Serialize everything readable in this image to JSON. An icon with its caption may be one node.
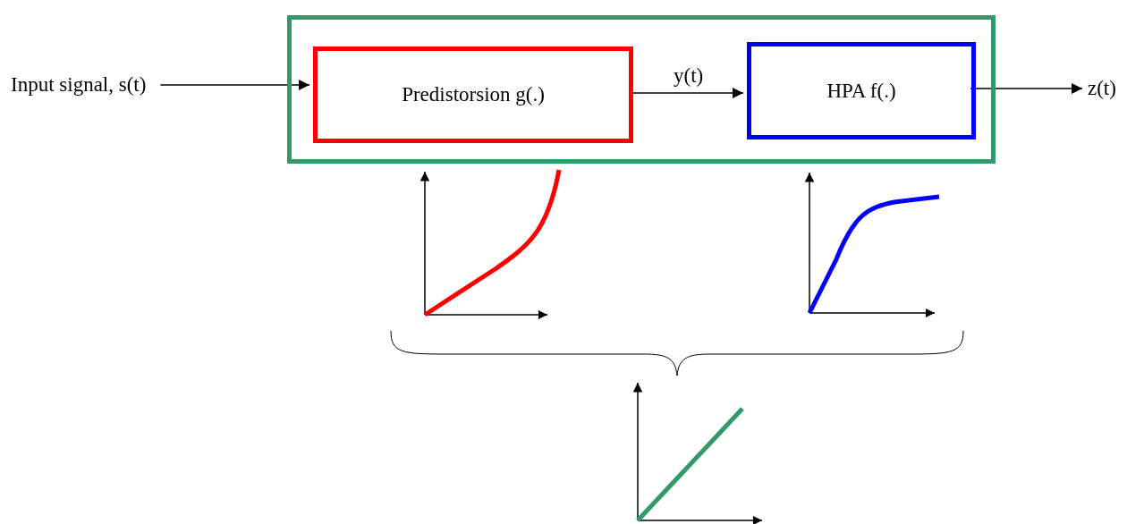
{
  "diagram": {
    "nodes": [
      {
        "text": [],
        "shape": "box"
      },
      {
        "text": [
          "Predistorsion g(.)"
        ],
        "in": 0
      },
      {
        "text": [
          "HPA f(.)"
        ],
        "in": 0
      },
      {
        "text": [
          "Input signal, s(t)"
        ]
      },
      {
        "text": [
          "z(t)"
        ]
      }
    ],
    "edges": [
      {
        "from": 3,
        "to": 1,
        "arrow": "to"
      },
      {
        "from": 1,
        "to": 2,
        "arrow": "to",
        "label": "y(t)"
      },
      {
        "from": 2,
        "to": 4,
        "arrow": "to"
      }
    ]
  }
}
